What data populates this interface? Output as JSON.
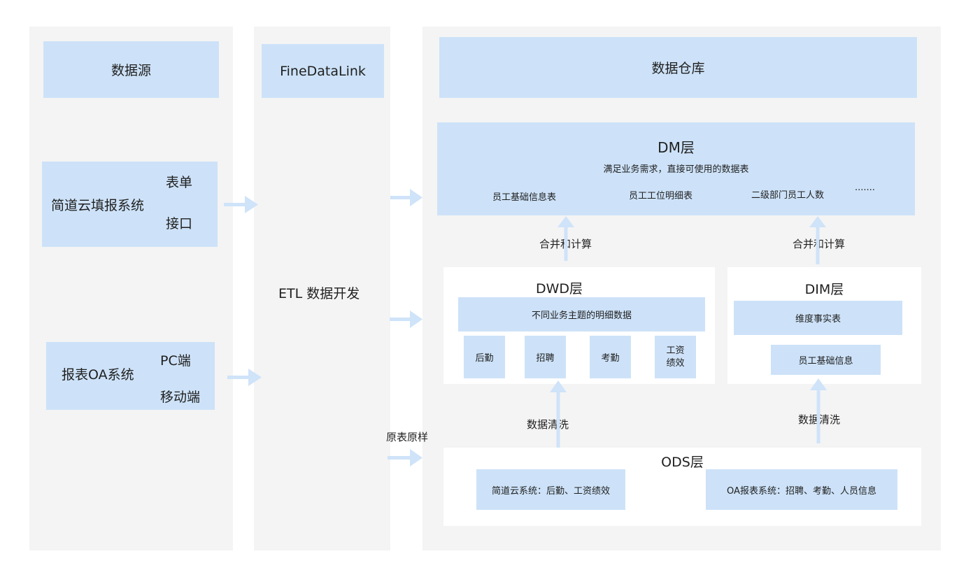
{
  "columns": {
    "source_header": "数据源",
    "etl_header": "FineDataLink",
    "warehouse_header": "数据仓库"
  },
  "sources": {
    "jiandaoyun": {
      "name": "简道云填报系统",
      "item1": "表单",
      "item2": "接口"
    },
    "oa": {
      "name": "报表OA系统",
      "item1": "PC端",
      "item2": "移动端"
    }
  },
  "etl": {
    "label": "ETL 数据开发"
  },
  "dm": {
    "title": "DM层",
    "subtitle": "满足业务需求，直接可使用的数据表",
    "tables": [
      "员工基础信息表",
      "员工工位明细表",
      "二级部门员工人数",
      "·······"
    ]
  },
  "dwd": {
    "title": "DWD层",
    "bar": "不同业务主题的明细数据",
    "items": [
      "后勤",
      "招聘",
      "考勤",
      "工资\n绩效"
    ]
  },
  "dim": {
    "title": "DIM层",
    "bar": "维度事实表",
    "item": "员工基础信息"
  },
  "ods": {
    "title": "ODS层",
    "left": "简道云系统：后勤、工资绩效",
    "right": "OA报表系统：招聘、考勤、人员信息"
  },
  "flows": {
    "merge_left": "合并和计算",
    "merge_right": "合并和计算",
    "clean_left": "数据清洗",
    "clean_right": "数据清洗",
    "raw": "原表原样"
  },
  "colors": {
    "panel": "#f4f4f4",
    "box": "#cde2f8",
    "arrow": "#cfe3f9"
  }
}
